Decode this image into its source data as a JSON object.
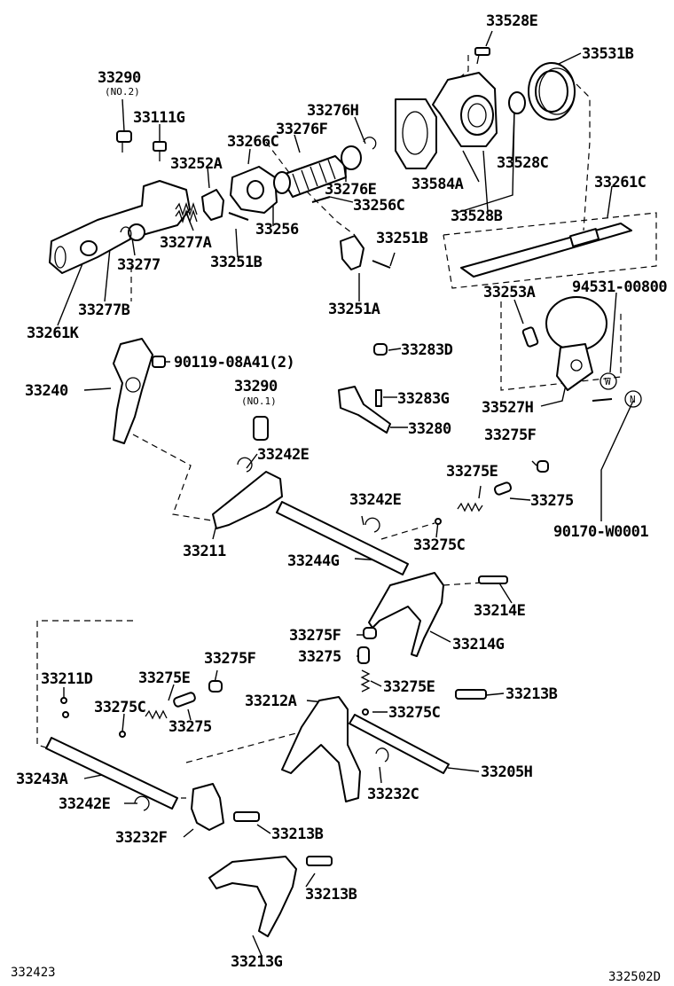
{
  "diagram": {
    "labels": {
      "p33528E": "33528E",
      "p33531B": "33531B",
      "p33290_no2": "33290",
      "no2": "(NO.2)",
      "p33111G": "33111G",
      "p33276H": "33276H",
      "p33276F": "33276F",
      "p33266C": "33266C",
      "p33252A": "33252A",
      "p33276E": "33276E",
      "p33584A": "33584A",
      "p33528C": "33528C",
      "p33256C": "33256C",
      "p33528B": "33528B",
      "p33261C": "33261C",
      "p33277A": "33277A",
      "p33256": "33256",
      "p33251B_a": "33251B",
      "p33251B_b": "33251B",
      "p33277": "33277",
      "p33253A": "33253A",
      "p94531": "94531-00800",
      "p33277B": "33277B",
      "p33251A": "33251A",
      "p33261K": "33261K",
      "p33283D": "33283D",
      "p90119": "90119-08A41(2)",
      "p33240": "33240",
      "p33290_no1": "33290",
      "no1": "(NO.1)",
      "p33283G": "33283G",
      "p33527H": "33527H",
      "p33280": "33280",
      "p33275F_a": "33275F",
      "p33242E_a": "33242E",
      "p33275E_a": "33275E",
      "p33242E_b": "33242E",
      "p33275_a": "33275",
      "p33211": "33211",
      "p33275C_a": "33275C",
      "p33244G": "33244G",
      "p90170": "90170-W0001",
      "p33214E": "33214E",
      "p33275F_b": "33275F",
      "p33214G": "33214G",
      "p33275_b": "33275",
      "p33211D": "33211D",
      "p33275E_b": "33275E",
      "p33275F_c": "33275F",
      "p33275E_c": "33275E",
      "p33213B_a": "33213B",
      "p33212A": "33212A",
      "p33275C_b": "33275C",
      "p33275C_c": "33275C",
      "p33275_c": "33275",
      "p33205H": "33205H",
      "p33243A": "33243A",
      "p33232C": "33232C",
      "p33242E_c": "33242E",
      "p33232F": "33232F",
      "p33213B_b": "33213B",
      "p33213B_c": "33213B",
      "p33213G": "33213G",
      "mark_W": "W",
      "mark_N": "N"
    },
    "footer": {
      "left_code": "332423",
      "right_code": "332502D"
    }
  }
}
